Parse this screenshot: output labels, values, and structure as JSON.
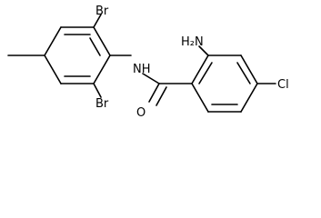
{
  "molecule": {
    "labels": {
      "br_top": "Br",
      "br_bottom": "Br",
      "nh": "NH",
      "nh2": "H₂N",
      "o": "O",
      "cl": "Cl"
    }
  }
}
